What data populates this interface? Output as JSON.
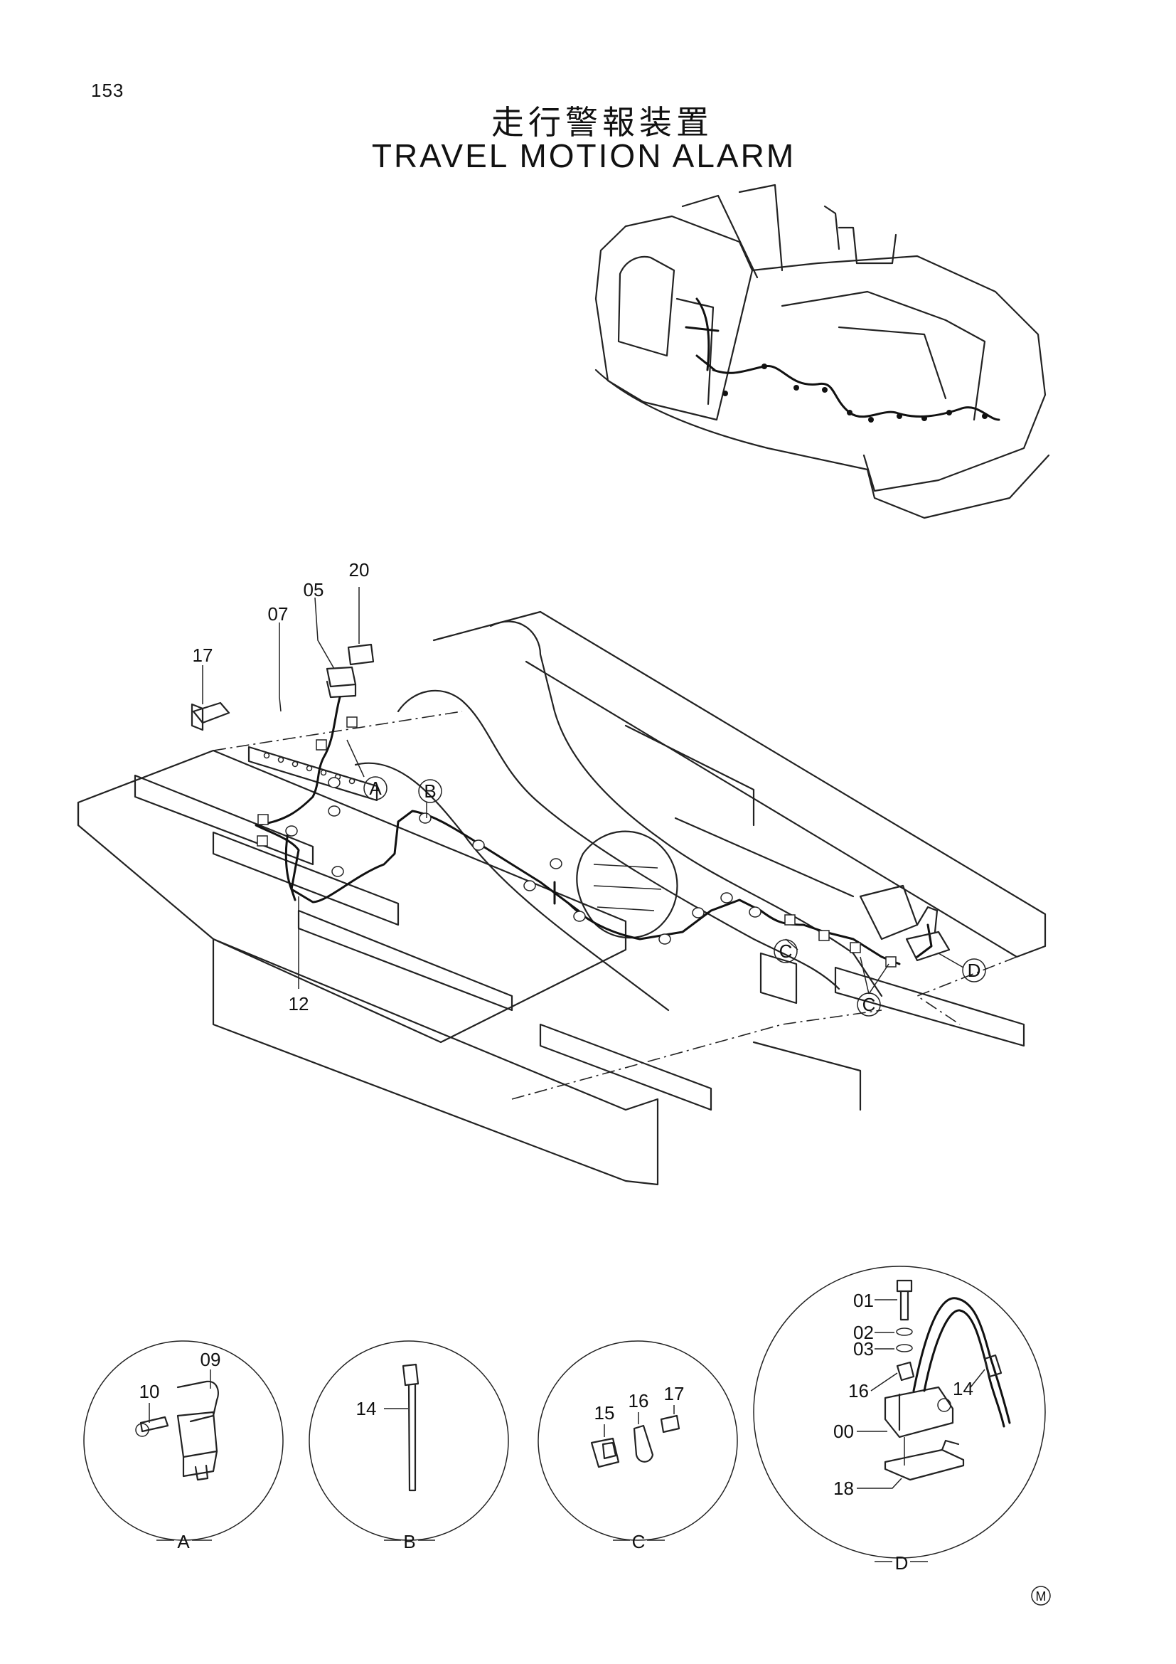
{
  "page_number": "153",
  "title_ja": "走行警報装置",
  "title_en": "TRAVEL MOTION ALARM",
  "main_callouts": {
    "p20": "20",
    "p05": "05",
    "p07": "07",
    "p17": "17",
    "p12": "12",
    "ref_a": "A",
    "ref_b": "B",
    "ref_c1": "C",
    "ref_c2": "C",
    "ref_d": "D"
  },
  "detail_a": {
    "label": "A",
    "p09": "09",
    "p10": "10"
  },
  "detail_b": {
    "label": "B",
    "p14": "14"
  },
  "detail_c": {
    "label": "C",
    "p15": "15",
    "p16": "16",
    "p17": "17"
  },
  "detail_d": {
    "label": "D",
    "p01": "01",
    "p02": "02",
    "p03": "03",
    "p16": "16",
    "p14": "14",
    "p00": "00",
    "p18": "18"
  },
  "maker_mark": "M"
}
